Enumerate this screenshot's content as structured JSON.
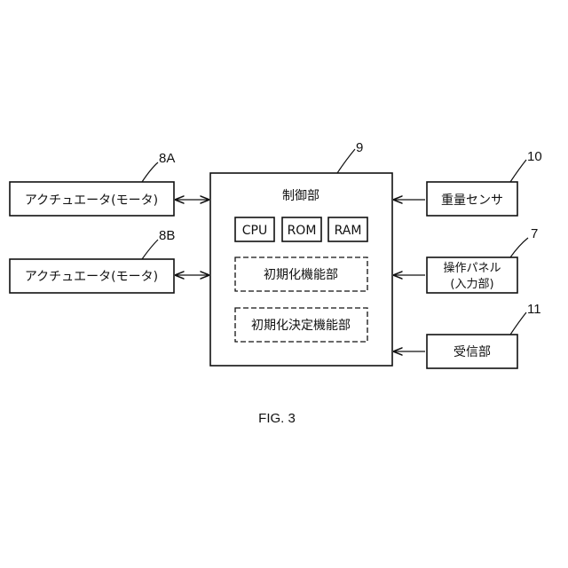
{
  "actuator_a": {
    "ref": "8A",
    "label": "アクチュエータ(モータ)"
  },
  "actuator_b": {
    "ref": "8B",
    "label": "アクチュエータ(モータ)"
  },
  "controller": {
    "ref": "9",
    "title": "制御部",
    "cpu": "CPU",
    "rom": "ROM",
    "ram": "RAM",
    "init_function": "初期化機能部",
    "init_decision_function": "初期化決定機能部"
  },
  "weight_sensor": {
    "ref": "10",
    "label": "重量センサ"
  },
  "operation_panel": {
    "ref": "7",
    "label_line1": "操作パネル",
    "label_line2": "(入力部)"
  },
  "receiver": {
    "ref": "11",
    "label": "受信部"
  },
  "caption": "FIG. 3"
}
